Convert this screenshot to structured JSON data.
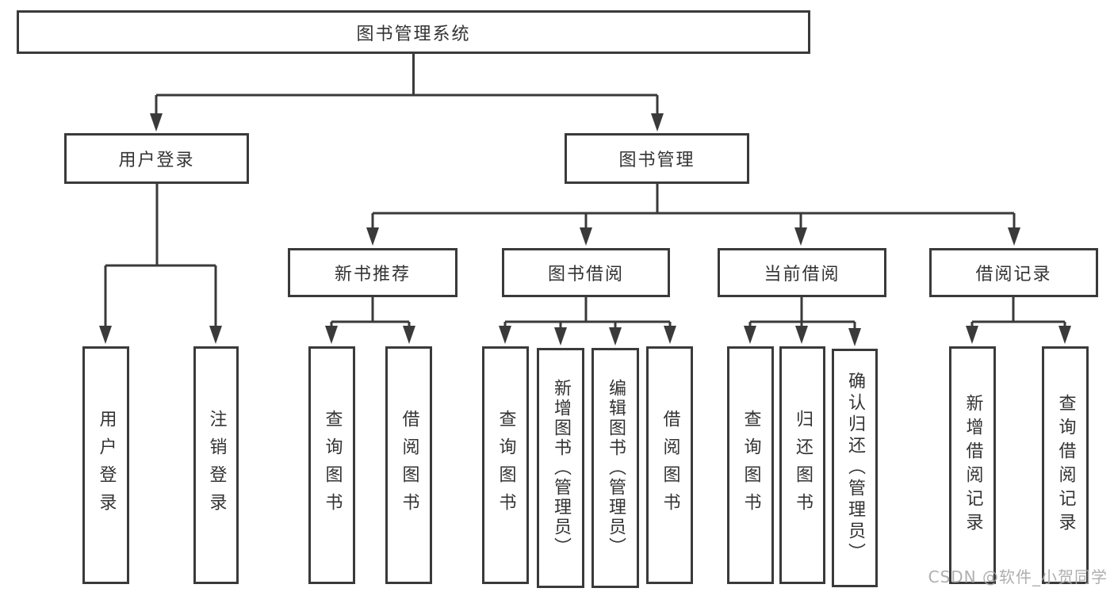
{
  "colors": {
    "line": "#3a3a3a",
    "text": "#333333",
    "background": "#ffffff",
    "watermark": "#a9a9a9"
  },
  "tree": {
    "root": {
      "label": "图书管理系统"
    },
    "branches": [
      {
        "label": "用户登录",
        "children": [
          {
            "label": "用户登录"
          },
          {
            "label": "注销登录"
          }
        ]
      },
      {
        "label": "图书管理",
        "groups": [
          {
            "label": "新书推荐",
            "children": [
              {
                "label": "查询图书"
              },
              {
                "label": "借阅图书"
              }
            ]
          },
          {
            "label": "图书借阅",
            "children": [
              {
                "label": "查询图书"
              },
              {
                "label": "新增图书（管理员）"
              },
              {
                "label": "编辑图书（管理员）"
              },
              {
                "label": "借阅图书"
              }
            ]
          },
          {
            "label": "当前借阅",
            "children": [
              {
                "label": "查询图书"
              },
              {
                "label": "归还图书"
              },
              {
                "label": "确认归还（管理员）"
              }
            ]
          },
          {
            "label": "借阅记录",
            "children": [
              {
                "label": "新增借阅记录"
              },
              {
                "label": "查询借阅记录"
              }
            ]
          }
        ]
      }
    ]
  },
  "watermark": {
    "text": "CSDN @软件_小贺同学"
  }
}
